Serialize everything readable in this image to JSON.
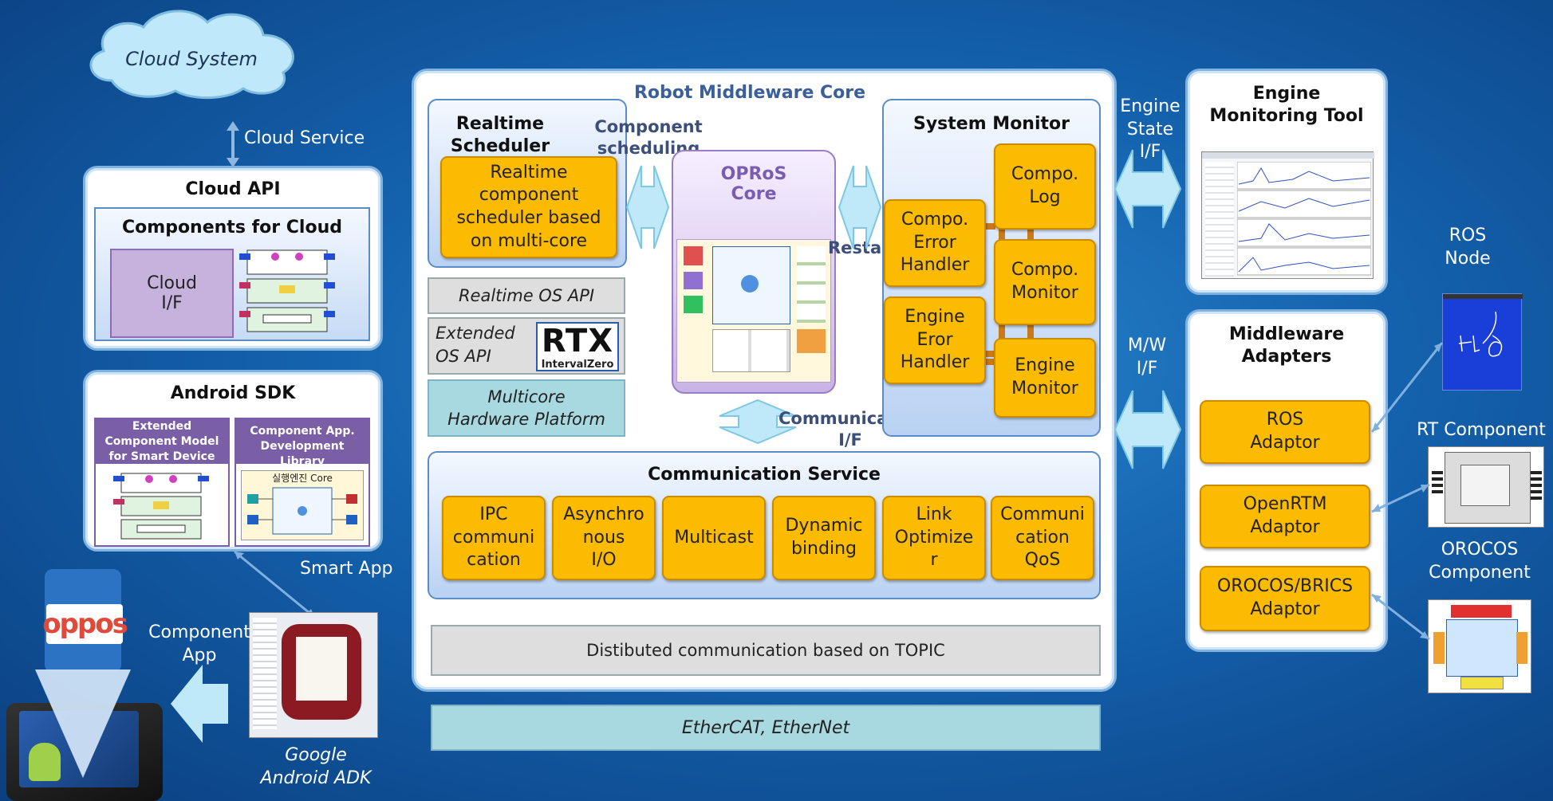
{
  "cloud": {
    "system": "Cloud System",
    "service": "Cloud Service"
  },
  "cloud_api": {
    "title": "Cloud API",
    "components_title": "Components for Cloud",
    "cloud_if": "Cloud\nI/F"
  },
  "android_sdk": {
    "title": "Android SDK",
    "ext_model": "Extended Component Model for Smart Device",
    "app_lib": "Component App. Development Library",
    "core_label": "실행엔진 Core"
  },
  "smart_app": "Smart App",
  "component_app": "Component\nApp",
  "google_adk": "Google\nAndroid ADK",
  "opros_logo": "oppos",
  "core": {
    "title": "Robot Middleware Core",
    "scheduler_title": "Realtime\nScheduler",
    "scheduler_box": "Realtime\ncomponent\nscheduler based\non multi-core",
    "component_scheduling": "Component\nscheduling",
    "opros_core": "OPRoS\nCore",
    "restart": "Restart",
    "rtos_api": "Realtime OS API",
    "ext_os_api": "Extended\nOS API",
    "rtx": "RTX",
    "interval_zero": "IntervalZero",
    "multicore": "Multicore\nHardware Platform",
    "comm_if": "Communication\nI/F",
    "system_monitor": "System Monitor",
    "compo_log": "Compo.\nLog",
    "compo_error": "Compo.\nError\nHandler",
    "compo_monitor": "Compo.\nMonitor",
    "engine_error": "Engine\nEror\nHandler",
    "engine_monitor": "Engine\nMonitor",
    "comm_service": "Communication Service",
    "services": [
      "IPC\ncommuni\ncation",
      "Asynchro\nnous\nI/O",
      "Multicast",
      "Dynamic\nbinding",
      "Link\nOptimize\nr",
      "Communi\ncation\nQoS"
    ],
    "topic": "Distibuted communication based on TOPIC"
  },
  "ethercat": "EtherCAT, EtherNet",
  "engine_state_if": "Engine State\nI/F",
  "mw_if": "M/W\nI/F",
  "engine_tool": "Engine\nMonitoring Tool",
  "adapters": {
    "title": "Middleware\nAdapters",
    "ros": "ROS\nAdaptor",
    "openrtm": "OpenRTM\nAdaptor",
    "orocos": "OROCOS/BRICS\nAdaptor"
  },
  "externals": {
    "ros_node": "ROS\nNode",
    "rt_component": "RT Component",
    "orocos_component": "OROCOS\nComponent"
  },
  "colors": {
    "orange": "#fdbb00",
    "arrow": "#bfe9f8",
    "panel_border": "#7fb2e0"
  }
}
